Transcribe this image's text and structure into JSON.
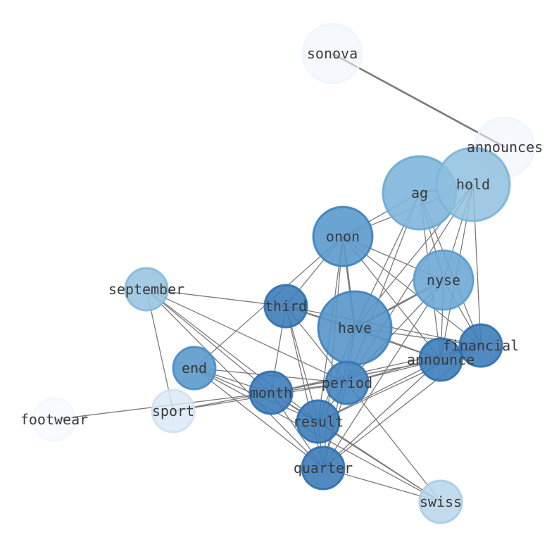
{
  "graph": {
    "nodes": [
      {
        "id": "sonova",
        "label": "sonova",
        "weight": 0.0
      },
      {
        "id": "announces",
        "label": "announces",
        "weight": 0.0
      },
      {
        "id": "ag",
        "label": "ag",
        "weight": 0.45
      },
      {
        "id": "hold",
        "label": "hold",
        "weight": 0.4
      },
      {
        "id": "onon",
        "label": "onon",
        "weight": 0.7
      },
      {
        "id": "nyse",
        "label": "nyse",
        "weight": 0.55
      },
      {
        "id": "september",
        "label": "september",
        "weight": 0.38
      },
      {
        "id": "third",
        "label": "third",
        "weight": 0.9
      },
      {
        "id": "have",
        "label": "have",
        "weight": 0.7
      },
      {
        "id": "financial",
        "label": "financial",
        "weight": 0.9
      },
      {
        "id": "announce",
        "label": "announce",
        "weight": 0.9
      },
      {
        "id": "end",
        "label": "end",
        "weight": 0.65
      },
      {
        "id": "period",
        "label": "period",
        "weight": 0.85
      },
      {
        "id": "month",
        "label": "month",
        "weight": 0.9
      },
      {
        "id": "sport",
        "label": "sport",
        "weight": 0.15
      },
      {
        "id": "footwear",
        "label": "footwear",
        "weight": 0.0
      },
      {
        "id": "result",
        "label": "result",
        "weight": 0.9
      },
      {
        "id": "quarter",
        "label": "quarter",
        "weight": 0.9
      },
      {
        "id": "swiss",
        "label": "swiss",
        "weight": 0.2
      }
    ],
    "edges": [
      [
        "sonova",
        "announces"
      ],
      [
        "ag",
        "hold"
      ],
      [
        "ag",
        "onon"
      ],
      [
        "ag",
        "have"
      ],
      [
        "ag",
        "nyse"
      ],
      [
        "ag",
        "financial"
      ],
      [
        "ag",
        "announce"
      ],
      [
        "ag",
        "period"
      ],
      [
        "hold",
        "onon"
      ],
      [
        "hold",
        "have"
      ],
      [
        "hold",
        "nyse"
      ],
      [
        "hold",
        "financial"
      ],
      [
        "hold",
        "announce"
      ],
      [
        "hold",
        "period"
      ],
      [
        "onon",
        "have"
      ],
      [
        "onon",
        "third"
      ],
      [
        "onon",
        "nyse"
      ],
      [
        "onon",
        "financial"
      ],
      [
        "onon",
        "announce"
      ],
      [
        "onon",
        "end"
      ],
      [
        "onon",
        "result"
      ],
      [
        "onon",
        "quarter"
      ],
      [
        "nyse",
        "have"
      ],
      [
        "nyse",
        "financial"
      ],
      [
        "nyse",
        "announce"
      ],
      [
        "nyse",
        "period"
      ],
      [
        "nyse",
        "quarter"
      ],
      [
        "september",
        "third"
      ],
      [
        "september",
        "period"
      ],
      [
        "september",
        "month"
      ],
      [
        "september",
        "result"
      ],
      [
        "september",
        "quarter"
      ],
      [
        "september",
        "sport"
      ],
      [
        "third",
        "have"
      ],
      [
        "third",
        "financial"
      ],
      [
        "third",
        "announce"
      ],
      [
        "third",
        "period"
      ],
      [
        "third",
        "month"
      ],
      [
        "third",
        "result"
      ],
      [
        "third",
        "quarter"
      ],
      [
        "have",
        "financial"
      ],
      [
        "have",
        "announce"
      ],
      [
        "have",
        "period"
      ],
      [
        "have",
        "result"
      ],
      [
        "have",
        "quarter"
      ],
      [
        "financial",
        "announce"
      ],
      [
        "financial",
        "period"
      ],
      [
        "financial",
        "month"
      ],
      [
        "financial",
        "result"
      ],
      [
        "financial",
        "quarter"
      ],
      [
        "announce",
        "period"
      ],
      [
        "announce",
        "month"
      ],
      [
        "announce",
        "result"
      ],
      [
        "announce",
        "quarter"
      ],
      [
        "announce",
        "sport"
      ],
      [
        "end",
        "period"
      ],
      [
        "end",
        "month"
      ],
      [
        "end",
        "result"
      ],
      [
        "end",
        "quarter"
      ],
      [
        "end",
        "swiss"
      ],
      [
        "period",
        "month"
      ],
      [
        "period",
        "result"
      ],
      [
        "period",
        "quarter"
      ],
      [
        "period",
        "swiss"
      ],
      [
        "period",
        "sport"
      ],
      [
        "month",
        "result"
      ],
      [
        "month",
        "quarter"
      ],
      [
        "month",
        "swiss"
      ],
      [
        "month",
        "footwear"
      ],
      [
        "result",
        "quarter"
      ],
      [
        "result",
        "swiss"
      ],
      [
        "quarter",
        "swiss"
      ]
    ],
    "thick_edges": [
      [
        "sonova",
        "announces"
      ],
      [
        "ag",
        "hold"
      ],
      [
        "nyse",
        "have"
      ],
      [
        "onon",
        "have"
      ]
    ]
  }
}
